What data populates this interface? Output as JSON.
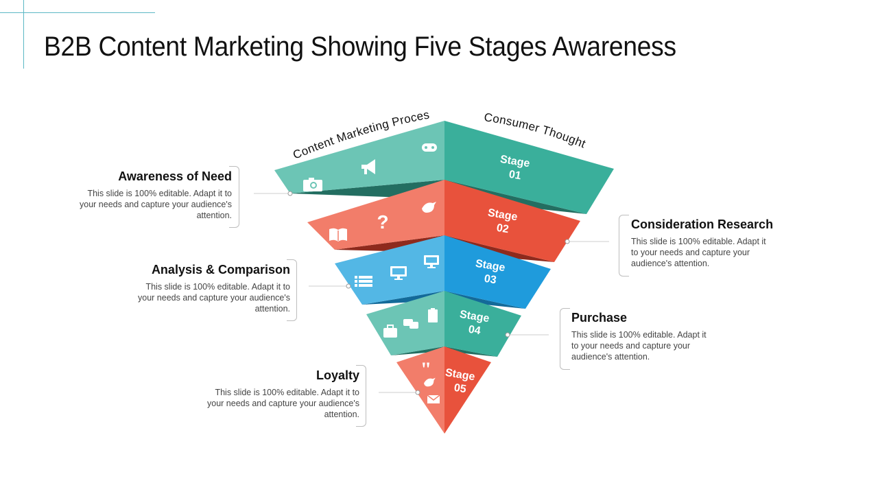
{
  "title": "B2B Content Marketing Showing Five Stages Awareness",
  "arc_labels": {
    "left": "Content Marketing Process",
    "right": "Consumer Thought"
  },
  "stages": [
    {
      "line1": "Stage",
      "line2": "01",
      "left_color": "#6cc5b5",
      "right_color": "#3aaf9b",
      "shadow_color": "#236e61"
    },
    {
      "line1": "Stage",
      "line2": "02",
      "left_color": "#f27d6a",
      "right_color": "#e8523c",
      "shadow_color": "#8e2a1d"
    },
    {
      "line1": "Stage",
      "line2": "03",
      "left_color": "#53b7e5",
      "right_color": "#1f9bdc",
      "shadow_color": "#136a99"
    },
    {
      "line1": "Stage",
      "line2": "04",
      "left_color": "#6cc5b5",
      "right_color": "#3aaf9b",
      "shadow_color": "#236e61"
    },
    {
      "line1": "Stage",
      "line2": "05",
      "left_color": "#f27d6a",
      "right_color": "#e8523c",
      "shadow_color": "#8e2a1d"
    }
  ],
  "icons": [
    "game-controller-icon",
    "megaphone-icon",
    "camera-icon",
    "bird-icon",
    "question-mark-icon",
    "book-icon",
    "monitor-icon",
    "monitor-icon",
    "list-icon",
    "clipboard-icon",
    "chat-icon",
    "briefcase-icon",
    "quote-icon",
    "bird-icon",
    "envelope-icon"
  ],
  "blocks": {
    "awareness": {
      "heading": "Awareness of Need",
      "text": "This slide is 100% editable. Adapt it to your needs and capture your audience's attention."
    },
    "consideration": {
      "heading": "Consideration Research",
      "text": "This slide is 100% editable. Adapt it to your needs and capture your audience's attention."
    },
    "analysis": {
      "heading": "Analysis & Comparison",
      "text": "This slide is 100% editable. Adapt it to your needs and capture your audience's attention."
    },
    "purchase": {
      "heading": "Purchase",
      "text": "This slide is 100% editable. Adapt it to your needs and capture your audience's attention."
    },
    "loyalty": {
      "heading": "Loyalty",
      "text": "This slide is 100% editable. Adapt it to your needs and capture your audience's attention."
    }
  }
}
